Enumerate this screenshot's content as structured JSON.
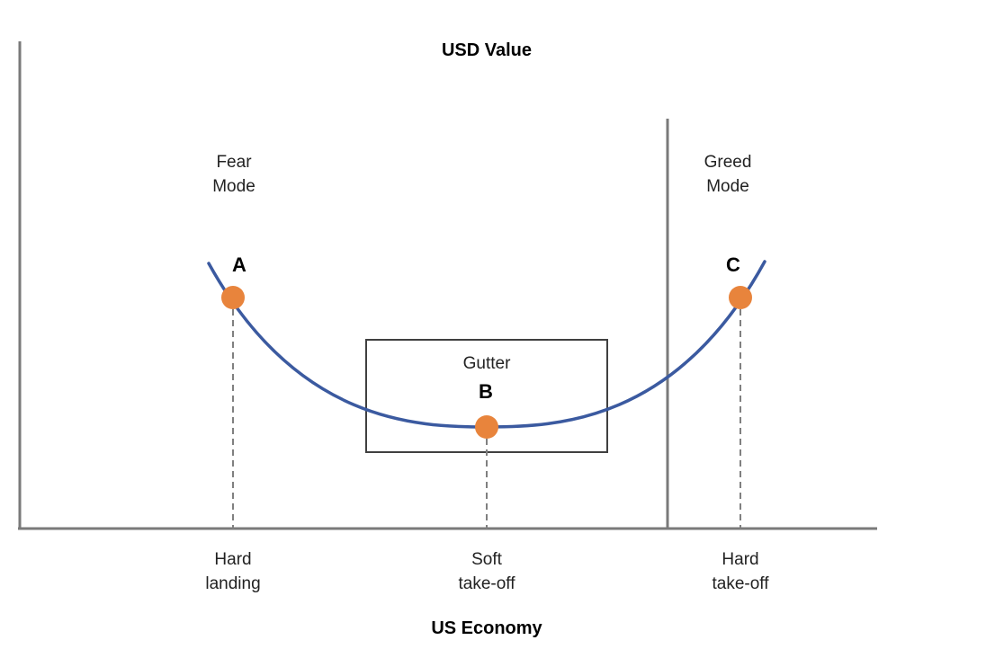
{
  "titles": {
    "y_axis": "USD Value",
    "x_axis": "US Economy"
  },
  "regions": {
    "fear": [
      "Fear",
      "Mode"
    ],
    "greed": [
      "Greed",
      "Mode"
    ],
    "gutter": "Gutter"
  },
  "points": {
    "a": "A",
    "b": "B",
    "c": "C"
  },
  "x_labels": {
    "hard_landing": [
      "Hard",
      "landing"
    ],
    "soft_takeoff": [
      "Soft",
      "take-off"
    ],
    "hard_takeoff": [
      "Hard",
      "take-off"
    ]
  },
  "colors": {
    "curve": "#3b5aa0",
    "point": "#e8843c",
    "axis": "#7a7a7a",
    "box": "#404040",
    "dashed": "#808080"
  }
}
